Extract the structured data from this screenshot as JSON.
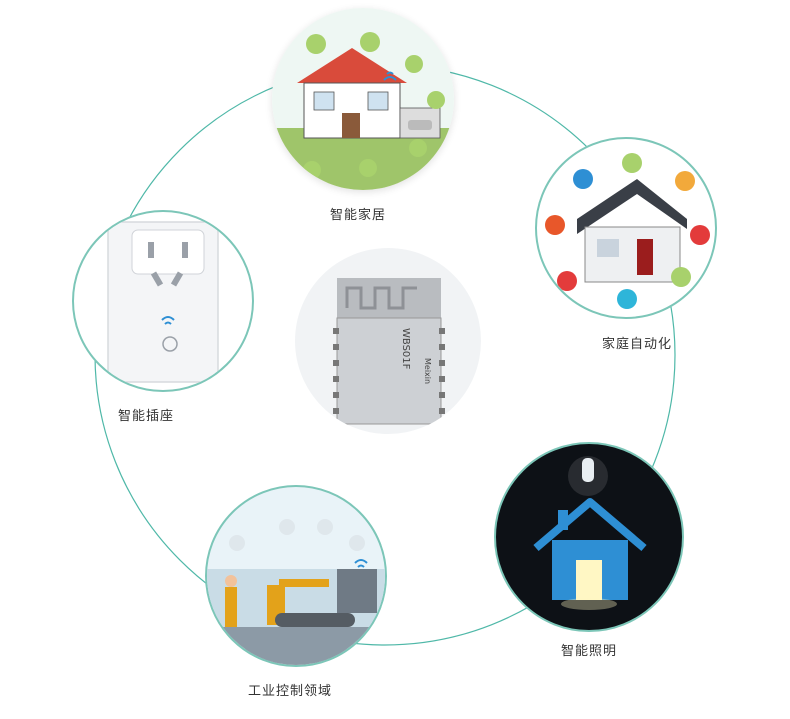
{
  "labels": {
    "smart_home": "智能家居",
    "home_automation": "家庭自动化",
    "smart_socket": "智能插座",
    "smart_lighting": "智能照明",
    "industrial_control": "工业控制领域"
  },
  "module": {
    "model": "WBS01F",
    "maker": "Meixin"
  },
  "colors": {
    "connector": "#4fb8a8",
    "ring_border": "#7cc6b8",
    "label_text": "#333333",
    "lighting_bg": "#0d1116",
    "house_blue": "#2e8fd4"
  },
  "icons": [
    "house-icon",
    "bulb-icon",
    "wifi-icon",
    "camera-icon",
    "lock-icon",
    "tv-icon",
    "thermometer-icon",
    "robot-arm-icon",
    "worker-icon"
  ]
}
